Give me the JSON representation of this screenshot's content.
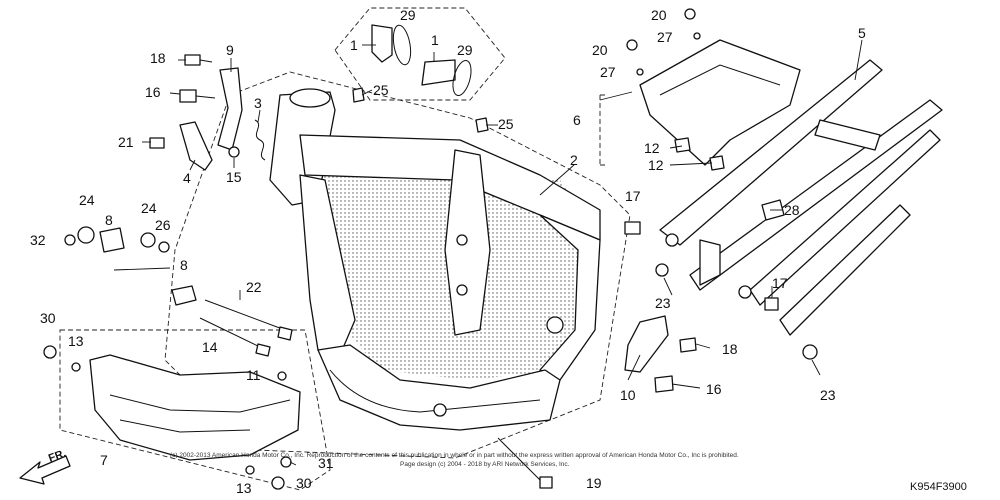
{
  "diagram": {
    "callouts": [
      {
        "id": "c29a",
        "text": "29"
      },
      {
        "id": "c1a",
        "text": "1"
      },
      {
        "id": "c1b",
        "text": "1"
      },
      {
        "id": "c29b",
        "text": "29"
      },
      {
        "id": "c25a",
        "text": "25"
      },
      {
        "id": "c25b",
        "text": "25"
      },
      {
        "id": "c18a",
        "text": "18"
      },
      {
        "id": "c9",
        "text": "9"
      },
      {
        "id": "c16a",
        "text": "16"
      },
      {
        "id": "c3",
        "text": "3"
      },
      {
        "id": "c21",
        "text": "21"
      },
      {
        "id": "c4",
        "text": "4"
      },
      {
        "id": "c15",
        "text": "15"
      },
      {
        "id": "c24a",
        "text": "24"
      },
      {
        "id": "c24b",
        "text": "24"
      },
      {
        "id": "c8a",
        "text": "8"
      },
      {
        "id": "c26",
        "text": "26"
      },
      {
        "id": "c32",
        "text": "32"
      },
      {
        "id": "c8b",
        "text": "8"
      },
      {
        "id": "c22",
        "text": "22"
      },
      {
        "id": "c14",
        "text": "14"
      },
      {
        "id": "c30a",
        "text": "30"
      },
      {
        "id": "c13a",
        "text": "13"
      },
      {
        "id": "c11",
        "text": "11"
      },
      {
        "id": "c7",
        "text": "7"
      },
      {
        "id": "c31",
        "text": "31"
      },
      {
        "id": "c13b",
        "text": "13"
      },
      {
        "id": "c30b",
        "text": "30"
      },
      {
        "id": "c19",
        "text": "19"
      },
      {
        "id": "c2",
        "text": "2"
      },
      {
        "id": "c20a",
        "text": "20"
      },
      {
        "id": "c27a",
        "text": "27"
      },
      {
        "id": "c20b",
        "text": "20"
      },
      {
        "id": "c27b",
        "text": "27"
      },
      {
        "id": "c5",
        "text": "5"
      },
      {
        "id": "c6",
        "text": "6"
      },
      {
        "id": "c12a",
        "text": "12"
      },
      {
        "id": "c12b",
        "text": "12"
      },
      {
        "id": "c17a",
        "text": "17"
      },
      {
        "id": "c28",
        "text": "28"
      },
      {
        "id": "c23a",
        "text": "23"
      },
      {
        "id": "c17b",
        "text": "17"
      },
      {
        "id": "c10",
        "text": "10"
      },
      {
        "id": "c18b",
        "text": "18"
      },
      {
        "id": "c16b",
        "text": "16"
      },
      {
        "id": "c23b",
        "text": "23"
      }
    ],
    "copyright_line1": "(c) 2002-2013 American Honda Motor Co., Inc. Reproduction of the contents of this publication in whole or in part without the express written approval of American Honda Motor Co., Inc is prohibited.",
    "copyright_line2": "Page design (c) 2004 - 2018 by ARI Network Services, Inc.",
    "diagram_code": "K954F3900",
    "direction_label": "FR."
  }
}
